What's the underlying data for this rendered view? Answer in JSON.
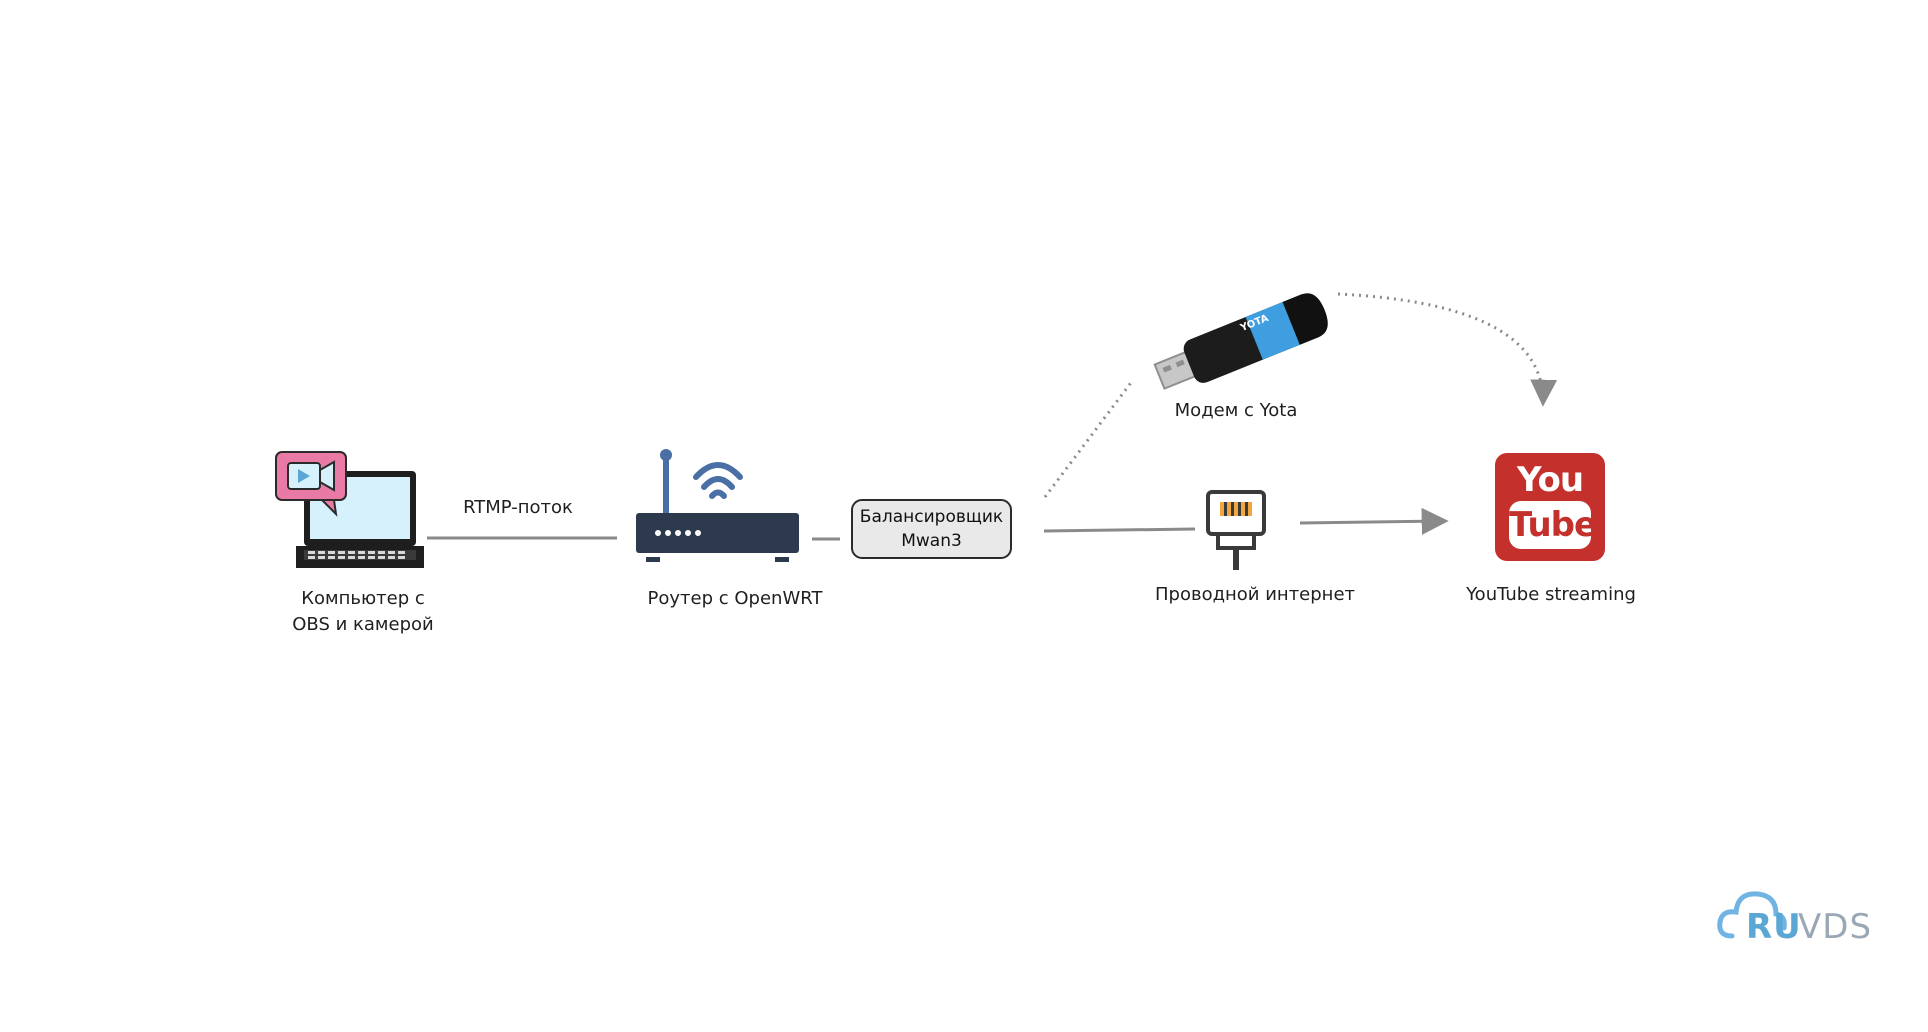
{
  "diagram": {
    "nodes": {
      "computer": {
        "label_line1": "Компьютер с",
        "label_line2": "OBS и камерой"
      },
      "router": {
        "label": "Роутер с OpenWRT"
      },
      "balancer": {
        "label_line1": "Балансировщик",
        "label_line2": "Mwan3"
      },
      "modem": {
        "label": "Модем с Yota",
        "brand_text": "YOTA"
      },
      "wired": {
        "label": "Проводной интернет"
      },
      "youtube": {
        "label": "YouTube streaming",
        "logo_top": "You",
        "logo_bottom": "Tube"
      }
    },
    "edges": {
      "computer_router": {
        "label": "RTMP-поток"
      }
    },
    "colors": {
      "line": "#8a8a8a",
      "router_body": "#2d3a4e",
      "router_accent": "#4a6fa5",
      "youtube_red": "#c4302b",
      "modem_blue": "#3f9ee0",
      "chat_pink": "#e97aa6",
      "screen_blue": "#d6f1fb",
      "watermark_blue": "#6fb4e2"
    }
  },
  "watermark": {
    "part1": "RU",
    "part2": "VDS"
  }
}
